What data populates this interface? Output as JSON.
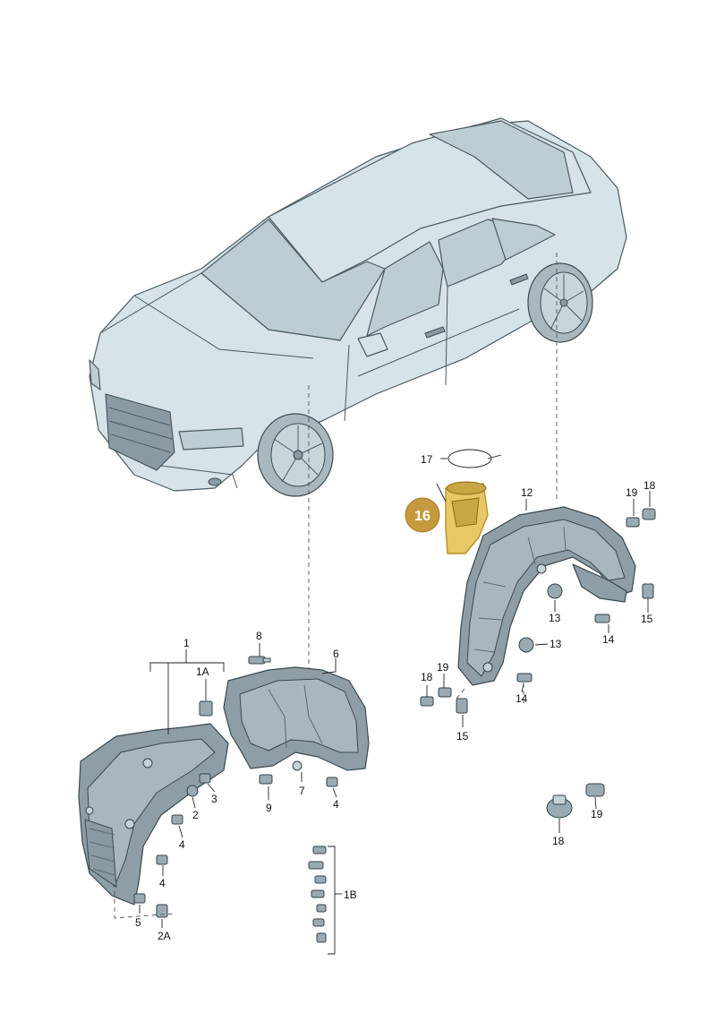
{
  "labels": {
    "l1": "1",
    "l1a": "1A",
    "l1b": "1B",
    "l2": "2",
    "l2a": "2A",
    "l3": "3",
    "l4a": "4",
    "l4b": "4",
    "l4c": "4",
    "l5": "5",
    "l6": "6",
    "l7": "7",
    "l8": "8",
    "l9": "9",
    "l12": "12",
    "l13a": "13",
    "l13b": "13",
    "l14a": "14",
    "l14b": "14",
    "l15a": "15",
    "l15b": "15",
    "l17": "17",
    "l18a": "18",
    "l18b": "18",
    "l18c": "18",
    "l19a": "19",
    "l19b": "19",
    "l19c": "19"
  },
  "highlight": {
    "part_number": "16",
    "color": "#c59a3e"
  }
}
